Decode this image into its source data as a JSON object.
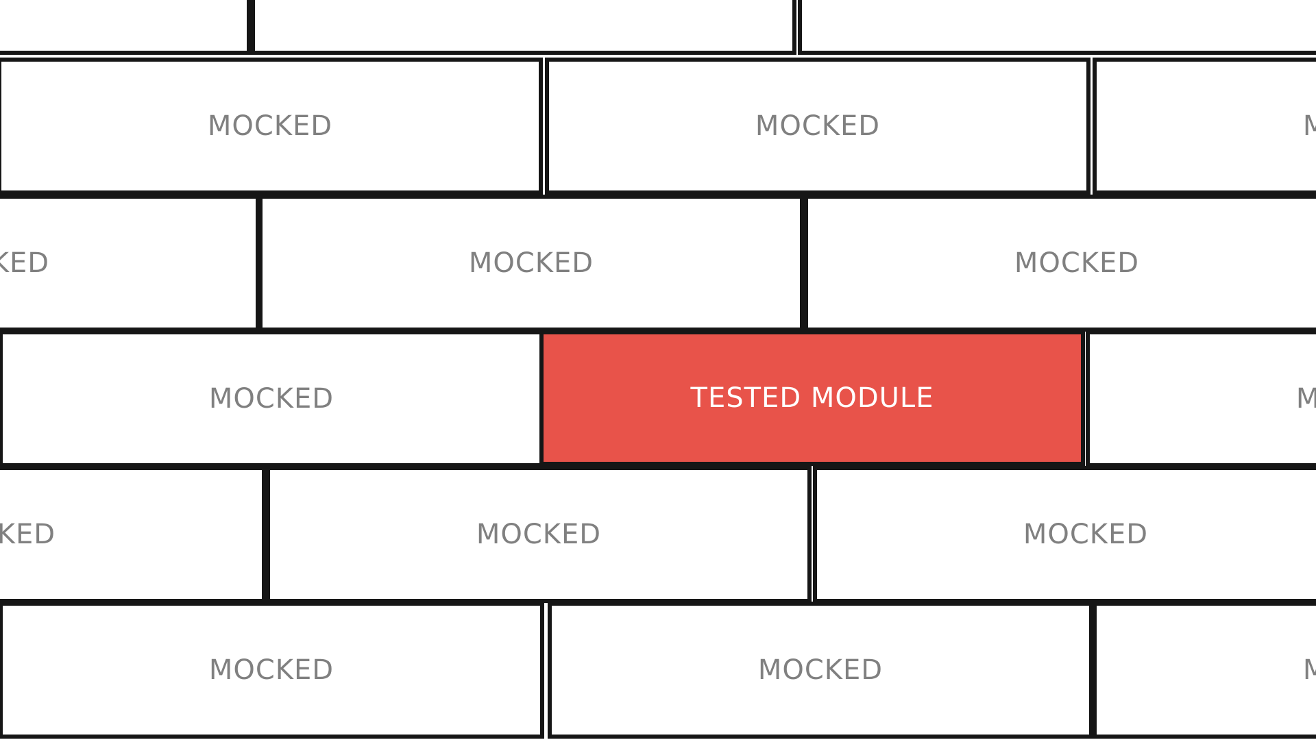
{
  "diagram": {
    "mocked_label": "MOCKED",
    "tested_label": "TESTED MODULE",
    "highlight_color": "#e8534a",
    "rows": [
      {
        "bricks": [
          {
            "label": "",
            "kind": "mocked"
          },
          {
            "label": "",
            "kind": "mocked"
          },
          {
            "label": "",
            "kind": "mocked"
          }
        ]
      },
      {
        "bricks": [
          {
            "label": "MOCKED",
            "kind": "mocked"
          },
          {
            "label": "MOCKED",
            "kind": "mocked"
          },
          {
            "label": "MOCKED",
            "kind": "mocked"
          }
        ]
      },
      {
        "bricks": [
          {
            "label": "MOCKED",
            "kind": "mocked"
          },
          {
            "label": "MOCKED",
            "kind": "mocked"
          },
          {
            "label": "MOCKED",
            "kind": "mocked"
          }
        ]
      },
      {
        "bricks": [
          {
            "label": "MOCKED",
            "kind": "mocked"
          },
          {
            "label": "TESTED MODULE",
            "kind": "tested"
          },
          {
            "label": "MOCKED",
            "kind": "mocked"
          }
        ]
      },
      {
        "bricks": [
          {
            "label": "MOCKED",
            "kind": "mocked"
          },
          {
            "label": "MOCKED",
            "kind": "mocked"
          },
          {
            "label": "MOCKED",
            "kind": "mocked"
          }
        ]
      },
      {
        "bricks": [
          {
            "label": "MOCKED",
            "kind": "mocked"
          },
          {
            "label": "MOCKED",
            "kind": "mocked"
          },
          {
            "label": "MOCKED",
            "kind": "mocked"
          }
        ]
      }
    ]
  }
}
